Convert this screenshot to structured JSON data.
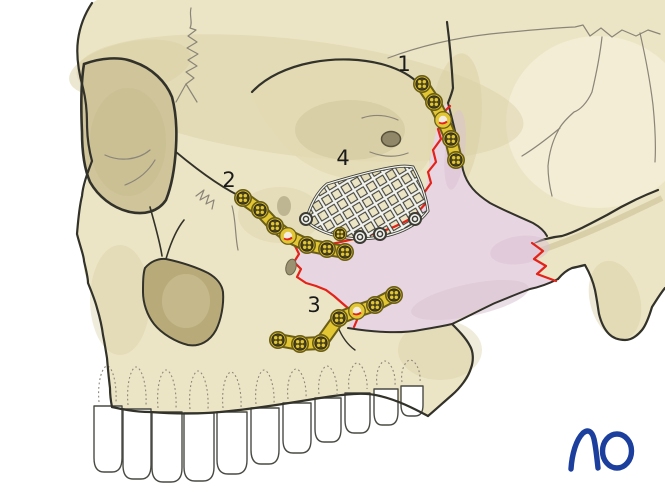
{
  "figure": {
    "type": "medical-illustration",
    "description_visible_text_only": true,
    "annotations": {
      "plate1_label": "1",
      "plate2_label": "2",
      "plate3_label": "3",
      "mesh_label": "4"
    },
    "logo": {
      "text": "AO"
    },
    "colors": {
      "background": "#ffffff",
      "bone": "#ece5c5",
      "bone_shade": "#d9cfa4",
      "bone_dark": "#c9bd92",
      "orbit": "#cfc49a",
      "outline": "#32322a",
      "suture": "#8a8578",
      "fragment_pink": "#e8d5e2",
      "fragment_pink_shade": "#d9c2d2",
      "fracture_red": "#e32219",
      "plate_gold": "#e2c633",
      "plate_outline": "#6b5e17",
      "screw_dark": "#4a421c",
      "mesh_white": "#f2f2ee",
      "mesh_outline": "#3c3c34",
      "logo_blue": "#1c3e9d",
      "teeth_white": "#ffffff",
      "label_color": "#1a1a1a"
    }
  }
}
